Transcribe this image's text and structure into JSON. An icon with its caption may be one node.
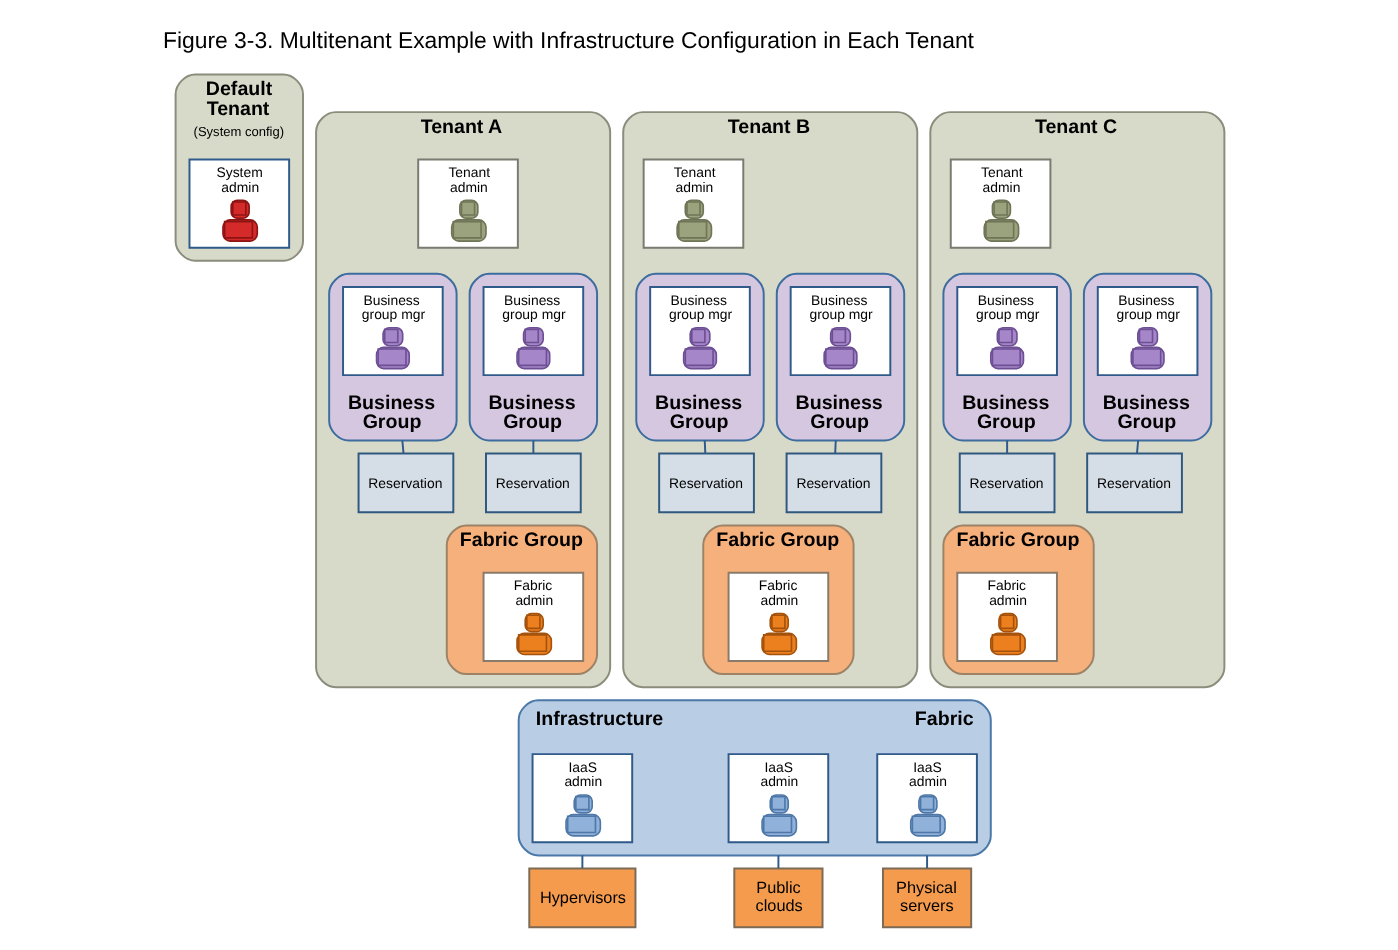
{
  "diagram": {
    "title": "Figure 3-3. Multitenant Example with Infrastructure Configuration in Each Tenant",
    "nodes": [
      {
        "text": [
          "Tenant A"
        ]
      },
      {
        "text": [
          "Tenant admin"
        ],
        "in": 0
      },
      {
        "text": [
          "Business Group"
        ],
        "in": 0
      },
      {
        "text": [
          "Business group mgr"
        ],
        "in": 2
      },
      {
        "text": [
          "Business Group"
        ],
        "in": 0
      },
      {
        "text": [
          "Business group mgr"
        ],
        "in": 4
      },
      {
        "text": [
          "Reservation"
        ],
        "in": 0
      },
      {
        "text": [
          "Reservation"
        ],
        "in": 0
      },
      {
        "text": [
          "Fabric Group"
        ],
        "in": 0
      },
      {
        "text": [
          "Fabric admin"
        ],
        "in": 8
      },
      {
        "text": [
          "Tenant B"
        ]
      },
      {
        "text": [
          "Tenant admin"
        ],
        "in": 10
      },
      {
        "text": [
          "Business Group"
        ],
        "in": 10
      },
      {
        "text": [
          "Business group mgr"
        ],
        "in": 12
      },
      {
        "text": [
          "Business Group"
        ],
        "in": 10
      },
      {
        "text": [
          "Business group mgr"
        ],
        "in": 14
      },
      {
        "text": [
          "Reservation"
        ],
        "in": 10
      },
      {
        "text": [
          "Reservation"
        ],
        "in": 10
      },
      {
        "text": [
          "Fabric Group"
        ],
        "in": 10
      },
      {
        "text": [
          "Fabric admin"
        ],
        "in": 18
      },
      {
        "text": [
          "Tenant C"
        ]
      },
      {
        "text": [
          "Tenant admin"
        ],
        "in": 20
      },
      {
        "text": [
          "Business Group"
        ],
        "in": 20
      },
      {
        "text": [
          "Business group mgr"
        ],
        "in": 22
      },
      {
        "text": [
          "Business Group"
        ],
        "in": 20
      },
      {
        "text": [
          "Business group mgr"
        ],
        "in": 24
      },
      {
        "text": [
          "Reservation"
        ],
        "in": 20
      },
      {
        "text": [
          "Reservation"
        ],
        "in": 20
      },
      {
        "text": [
          "Fabric Group"
        ],
        "in": 20
      },
      {
        "text": [
          "Fabric admin"
        ],
        "in": 28
      },
      {
        "text": [
          "Default Tenant",
          "(System config)"
        ]
      },
      {
        "text": [
          "System admin"
        ],
        "in": 30
      },
      {
        "text": [
          "Infrastructure",
          "Fabric"
        ]
      },
      {
        "text": [
          "IaaS admin"
        ],
        "in": 32
      },
      {
        "text": [
          "IaaS admin"
        ],
        "in": 32
      },
      {
        "text": [
          "IaaS admin"
        ],
        "in": 32
      },
      {
        "text": [
          "Hypervisors"
        ]
      },
      {
        "text": [
          "Public clouds"
        ]
      },
      {
        "text": [
          "Physical servers"
        ]
      }
    ],
    "edges": [
      {
        "from": 2,
        "to": 6,
        "arrow": "none"
      },
      {
        "from": 4,
        "to": 7,
        "arrow": "none"
      },
      {
        "from": 12,
        "to": 16,
        "arrow": "none"
      },
      {
        "from": 14,
        "to": 17,
        "arrow": "none"
      },
      {
        "from": 22,
        "to": 26,
        "arrow": "none"
      },
      {
        "from": 24,
        "to": 27,
        "arrow": "none"
      },
      {
        "from": 32,
        "to": 36,
        "arrow": "none"
      },
      {
        "from": 32,
        "to": 37,
        "arrow": "none"
      },
      {
        "from": 32,
        "to": 38,
        "arrow": "none"
      }
    ]
  }
}
